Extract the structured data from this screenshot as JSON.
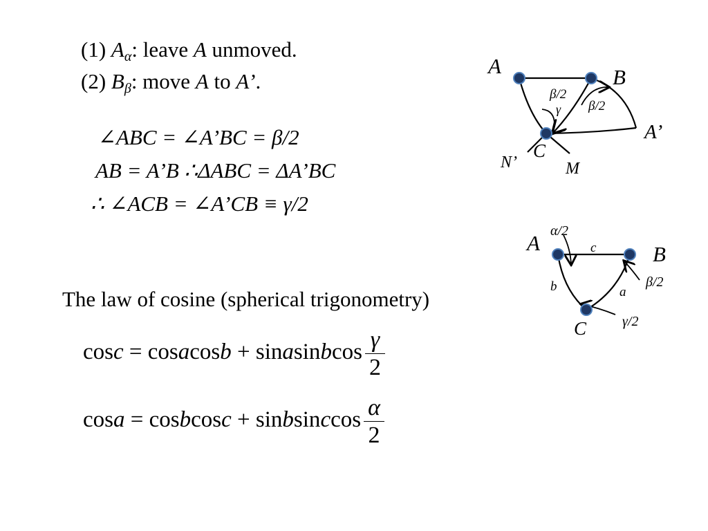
{
  "steps": {
    "line1": {
      "prefix": "(1) ",
      "var": "A",
      "sub": "α",
      "text1": ": leave ",
      "var2": "A",
      "text2": " unmoved."
    },
    "line2": {
      "prefix": "(2) ",
      "var": "B",
      "sub": "β",
      "text1": ": move ",
      "var2": "A",
      "text2": " to ",
      "var3": "A’",
      "text3": "."
    }
  },
  "proof": {
    "line1": "∠ABC = ∠A’BC  = β/2",
    "line2": "AB = A’B  ∴ΔABC = ΔA’BC",
    "line3": "∴ ∠ACB = ∠A’CB ≡ γ/2"
  },
  "law_title": "The law of cosine (spherical trigonometry)",
  "formula1": {
    "lhs": "cos",
    "lhs_var": "c",
    "eq": " = ",
    "t1": "cos",
    "t1_var": "a",
    "t2": "cos",
    "t2_var": "b",
    "plus": " + ",
    "t3": "sin",
    "t3_var": "a",
    "t4": "sin",
    "t4_var": "b",
    "t5": "cos",
    "num": "γ",
    "den": "2"
  },
  "formula2": {
    "lhs": "cos",
    "lhs_var": "a",
    "eq": " = ",
    "t1": "cos",
    "t1_var": "b",
    "t2": "cos",
    "t2_var": "c",
    "plus": " + ",
    "t3": "sin",
    "t3_var": "b",
    "t4": "sin",
    "t4_var": "c",
    "t5": "cos",
    "num": "α",
    "den": "2"
  },
  "diagram1": {
    "label_A": "A",
    "label_B": "B",
    "label_A_prime": "A’",
    "label_C": "C",
    "label_N": "N’",
    "label_M": "M",
    "angle_beta_half_left": "β/2",
    "angle_beta_half_right": "β/2",
    "angle_gamma": "γ"
  },
  "diagram2": {
    "label_A": "A",
    "label_B": "B",
    "label_C": "C",
    "side_c": "c",
    "side_b": "b",
    "side_a": "a",
    "angle_alpha": "α/2",
    "angle_beta": "β/2",
    "angle_gamma": "γ/2"
  },
  "colors": {
    "vertex_fill": "#1f3864",
    "vertex_stroke": "#4f81bd",
    "line": "#000000"
  }
}
